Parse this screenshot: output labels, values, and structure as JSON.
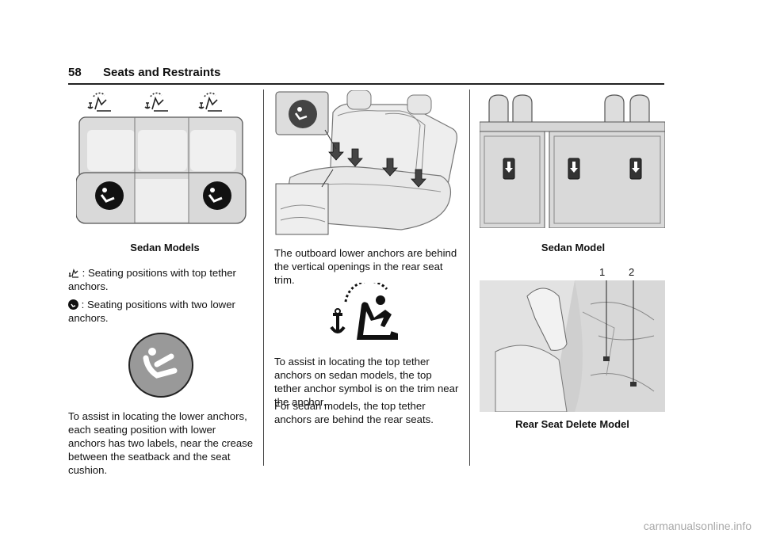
{
  "header": {
    "page_number": "58",
    "section_title": "Seats and Restraints"
  },
  "col1": {
    "caption": "Sedan Models",
    "tether_icon": "top-tether-seat-icon",
    "tether_desc": ": Seating positions with top tether anchors.",
    "lower_icon": "lower-anchor-child-seat-icon",
    "lower_desc": ": Seating positions with two lower anchors.",
    "para": "To assist in locating the lower anchors, each seating position with lower anchors has two labels, near the crease between the seatback and the seat cushion."
  },
  "col2": {
    "para1": "The outboard lower anchors are behind the vertical openings in the rear seat trim.",
    "para2": "To assist in locating the top tether anchors on sedan models, the top tether anchor symbol is on the trim near the anchor.",
    "para3": "For sedan models, the top tether anchors are behind the rear seats."
  },
  "col3": {
    "caption1": "Sedan Model",
    "callout1": "1",
    "callout2": "2",
    "caption2": "Rear Seat Delete Model"
  },
  "footer": {
    "watermark": "carmanualsonline.info"
  }
}
